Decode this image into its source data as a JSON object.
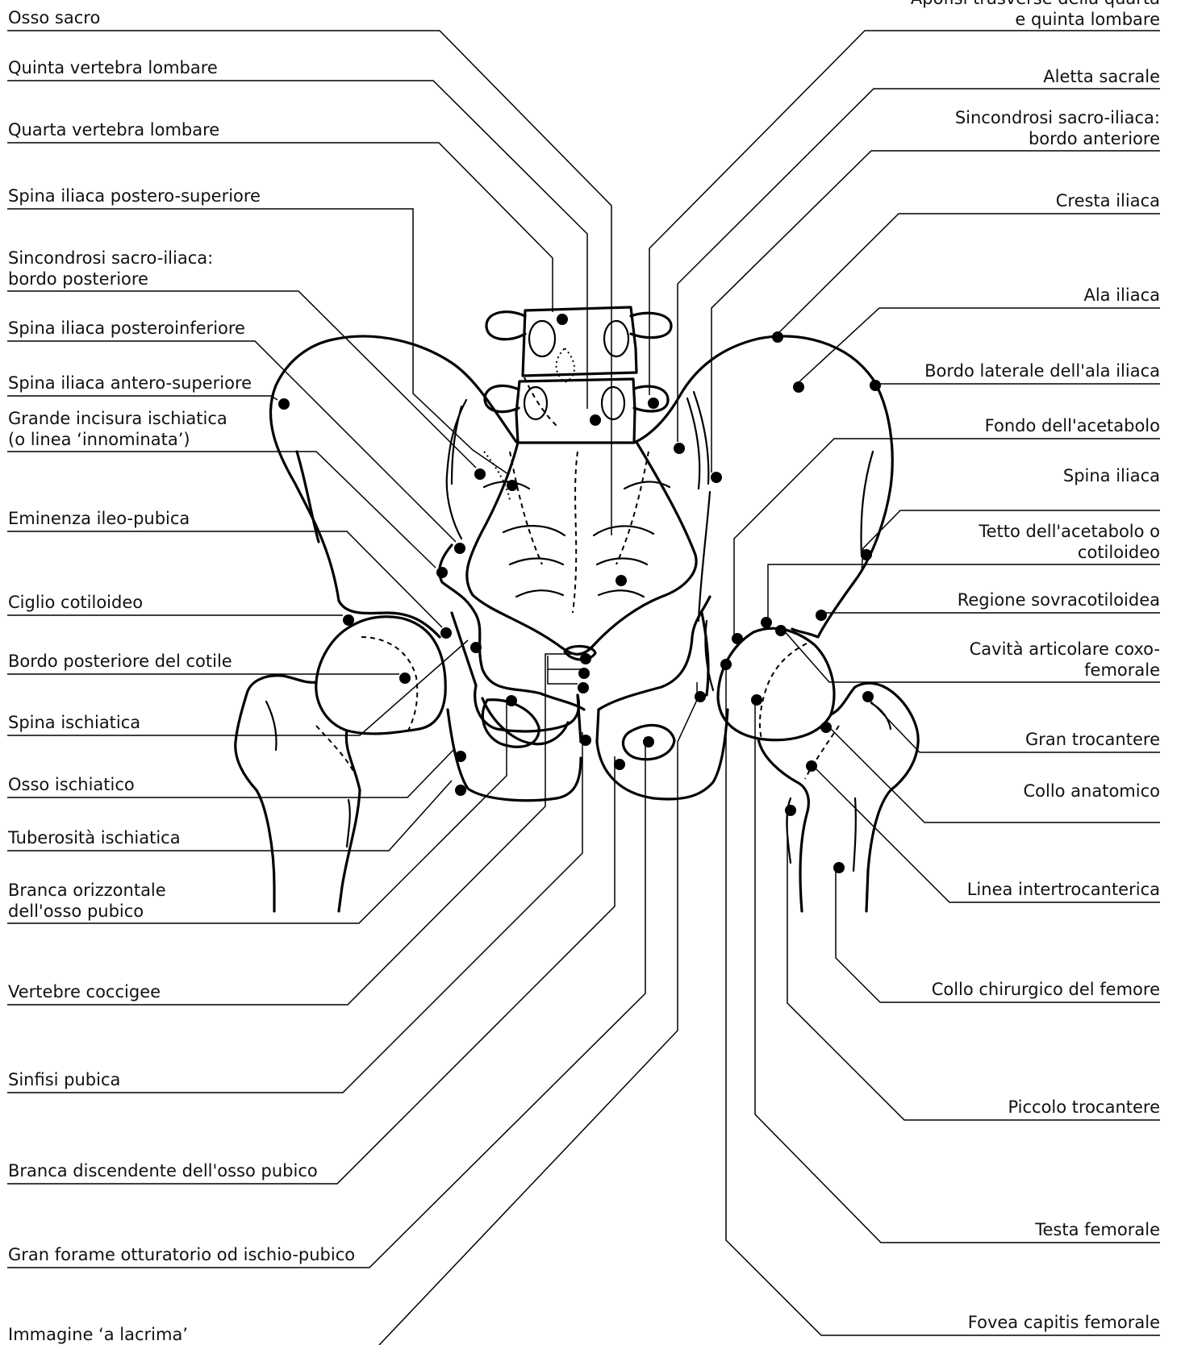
{
  "labels_left": [
    {
      "id": "osso-sacro",
      "lines": [
        "Osso sacro"
      ]
    },
    {
      "id": "quinta-vertebra-lombare",
      "lines": [
        "Quinta vertebra lombare"
      ]
    },
    {
      "id": "quarta-vertebra-lombare",
      "lines": [
        "Quarta vertebra lombare"
      ]
    },
    {
      "id": "spina-iliaca-postero-superiore",
      "lines": [
        "Spina iliaca postero-superiore"
      ]
    },
    {
      "id": "sincondrosi-bordo-posteriore",
      "lines": [
        "Sincondrosi sacro-iliaca:",
        "bordo posteriore"
      ]
    },
    {
      "id": "spina-iliaca-posteroinferiore",
      "lines": [
        "Spina iliaca posteroinferiore"
      ]
    },
    {
      "id": "spina-iliaca-antero-superiore",
      "lines": [
        "Spina iliaca antero-superiore"
      ]
    },
    {
      "id": "grande-incisura-ischiatica",
      "lines": [
        "Grande incisura ischiatica",
        "(o linea ‘innominata’)"
      ]
    },
    {
      "id": "eminenza-ileo-pubica",
      "lines": [
        "Eminenza ileo-pubica"
      ]
    },
    {
      "id": "ciglio-cotiloideo",
      "lines": [
        "Ciglio cotiloideo"
      ]
    },
    {
      "id": "bordo-posteriore-cotile",
      "lines": [
        "Bordo posteriore del cotile"
      ]
    },
    {
      "id": "spina-ischiatica",
      "lines": [
        "Spina ischiatica"
      ]
    },
    {
      "id": "osso-ischiatico",
      "lines": [
        "Osso ischiatico"
      ]
    },
    {
      "id": "tuberosita-ischiatica",
      "lines": [
        "Tuberosità ischiatica"
      ]
    },
    {
      "id": "branca-orizzontale-pubico",
      "lines": [
        "Branca orizzontale",
        "dell'osso pubico"
      ]
    },
    {
      "id": "vertebre-coccigee",
      "lines": [
        "Vertebre coccigee"
      ]
    },
    {
      "id": "sinfisi-pubica",
      "lines": [
        "Sinfisi pubica"
      ]
    },
    {
      "id": "branca-discendente-pubico",
      "lines": [
        "Branca discendente dell'osso pubico"
      ]
    },
    {
      "id": "gran-forame-otturatorio",
      "lines": [
        "Gran forame otturatorio od ischio-pubico"
      ]
    },
    {
      "id": "immagine-a-lacrima",
      "lines": [
        "Immagine ‘a lacrima’"
      ]
    }
  ],
  "labels_right": [
    {
      "id": "apofisi-trasverse",
      "lines": [
        "Apofisi trasverse della quarta",
        "e quinta lombare"
      ]
    },
    {
      "id": "aletta-sacrale",
      "lines": [
        "Aletta sacrale"
      ]
    },
    {
      "id": "sincondrosi-bordo-anteriore",
      "lines": [
        "Sincondrosi sacro-iliaca:",
        "bordo anteriore"
      ]
    },
    {
      "id": "cresta-iliaca",
      "lines": [
        "Cresta iliaca"
      ]
    },
    {
      "id": "ala-iliaca",
      "lines": [
        "Ala iliaca"
      ]
    },
    {
      "id": "bordo-laterale-ala-iliaca",
      "lines": [
        "Bordo laterale dell'ala iliaca"
      ]
    },
    {
      "id": "fondo-acetabolo",
      "lines": [
        "Fondo dell'acetabolo"
      ]
    },
    {
      "id": "spina-iliaca",
      "lines": [
        "Spina iliaca"
      ]
    },
    {
      "id": "tetto-acetabolo",
      "lines": [
        "Tetto dell'acetabolo o",
        "cotiloideo"
      ]
    },
    {
      "id": "regione-sovracotiloidea",
      "lines": [
        "Regione sovracotiloidea"
      ]
    },
    {
      "id": "cavita-articolare",
      "lines": [
        "Cavità articolare coxo-",
        "femorale"
      ]
    },
    {
      "id": "gran-trocantere",
      "lines": [
        "Gran trocantere"
      ]
    },
    {
      "id": "collo-anatomico",
      "lines": [
        "Collo anatomico"
      ]
    },
    {
      "id": "linea-intertrocanterica",
      "lines": [
        "Linea intertrocanterica"
      ]
    },
    {
      "id": "collo-chirurgico-femore",
      "lines": [
        "Collo chirurgico del femore"
      ]
    },
    {
      "id": "piccolo-trocantere",
      "lines": [
        "Piccolo trocantere"
      ]
    },
    {
      "id": "testa-femorale",
      "lines": [
        "Testa femorale"
      ]
    },
    {
      "id": "fovea-capitis-femorale",
      "lines": [
        "Fovea capitis femorale"
      ]
    }
  ]
}
